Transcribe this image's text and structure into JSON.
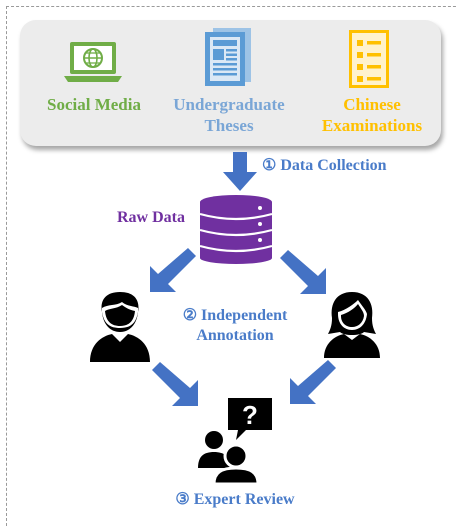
{
  "sources": [
    {
      "label": "Social Media",
      "color": "#70ad47",
      "icon": "laptop-globe-icon"
    },
    {
      "label": "Undergraduate\nTheses",
      "color": "#7aa6d6",
      "icon": "newspaper-icon"
    },
    {
      "label": "Chinese\nExaminations",
      "color": "#ffc000",
      "icon": "checklist-icon"
    }
  ],
  "steps": {
    "data_collection": "① Data Collection",
    "independent_annotation": "② Independent\nAnnotation",
    "expert_review": "③ Expert Review"
  },
  "raw_data_label": "Raw Data",
  "colors": {
    "arrow": "#4472c4",
    "step_text": "#4a7cc9",
    "raw_data": "#7030a0",
    "database": "#7030a0",
    "person": "#000000",
    "panel": "#ececec"
  },
  "icons": {
    "database": "database-icon",
    "annotator_left": "man-annotator-icon",
    "annotator_right": "woman-annotator-icon",
    "review": "expert-review-question-icon"
  }
}
